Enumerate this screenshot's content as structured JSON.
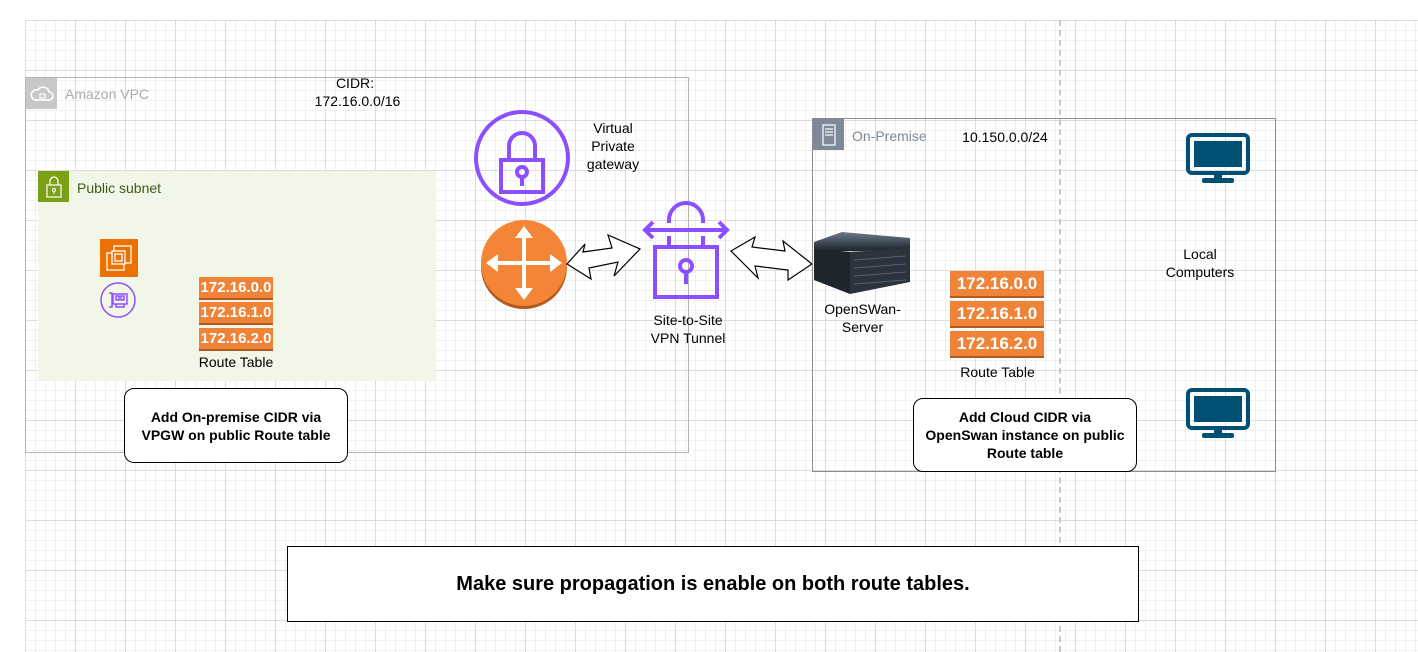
{
  "vpc": {
    "label": "Amazon VPC",
    "cidr_label": "CIDR:",
    "cidr": "172.16.0.0/16"
  },
  "subnet": {
    "label": "Public subnet"
  },
  "vpc_route_table": {
    "routes": [
      "172.16.0.0",
      "172.16.1.0",
      "172.16.2.0"
    ],
    "label": "Route Table"
  },
  "vgw": {
    "label": "Virtual Private gateway"
  },
  "vpn": {
    "label": "Site-to-Site VPN Tunnel"
  },
  "onprem": {
    "label": "On-Premise",
    "cidr": "10.150.0.0/24"
  },
  "server": {
    "label": "OpenSWan-Server"
  },
  "onprem_route_table": {
    "routes": [
      "172.16.0.0",
      "172.16.1.0",
      "172.16.2.0"
    ],
    "label": "Route Table"
  },
  "computers": {
    "label": "Local Computers"
  },
  "notes": {
    "vpc_note": "Add On-premise CIDR via VPGW on public Route table",
    "onprem_note": "Add Cloud CIDR via OpenSwan instance on public Route table",
    "main_note": "Make sure propagation is enable on both route tables."
  },
  "colors": {
    "aws_orange": "#ef8438",
    "aws_purple": "#8c4fff",
    "subnet_green": "#7aa116",
    "monitor_blue": "#005073"
  }
}
